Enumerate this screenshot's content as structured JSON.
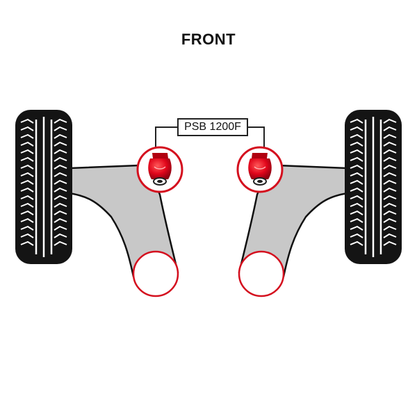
{
  "heading": "FRONT",
  "part_label": "PSB 1200F",
  "colors": {
    "tyre": "#141414",
    "tread": "#ffffff",
    "arm_fill": "#c8c8c8",
    "outline": "#111111",
    "bush_red": "#e1061b",
    "bush_dark": "#8a0010",
    "highlight_ring": "#d40f1e",
    "leader_line": "#222222"
  },
  "icons": [
    "tyre-left-icon",
    "tyre-right-icon",
    "control-arm-left",
    "control-arm-right",
    "bush-icon"
  ]
}
